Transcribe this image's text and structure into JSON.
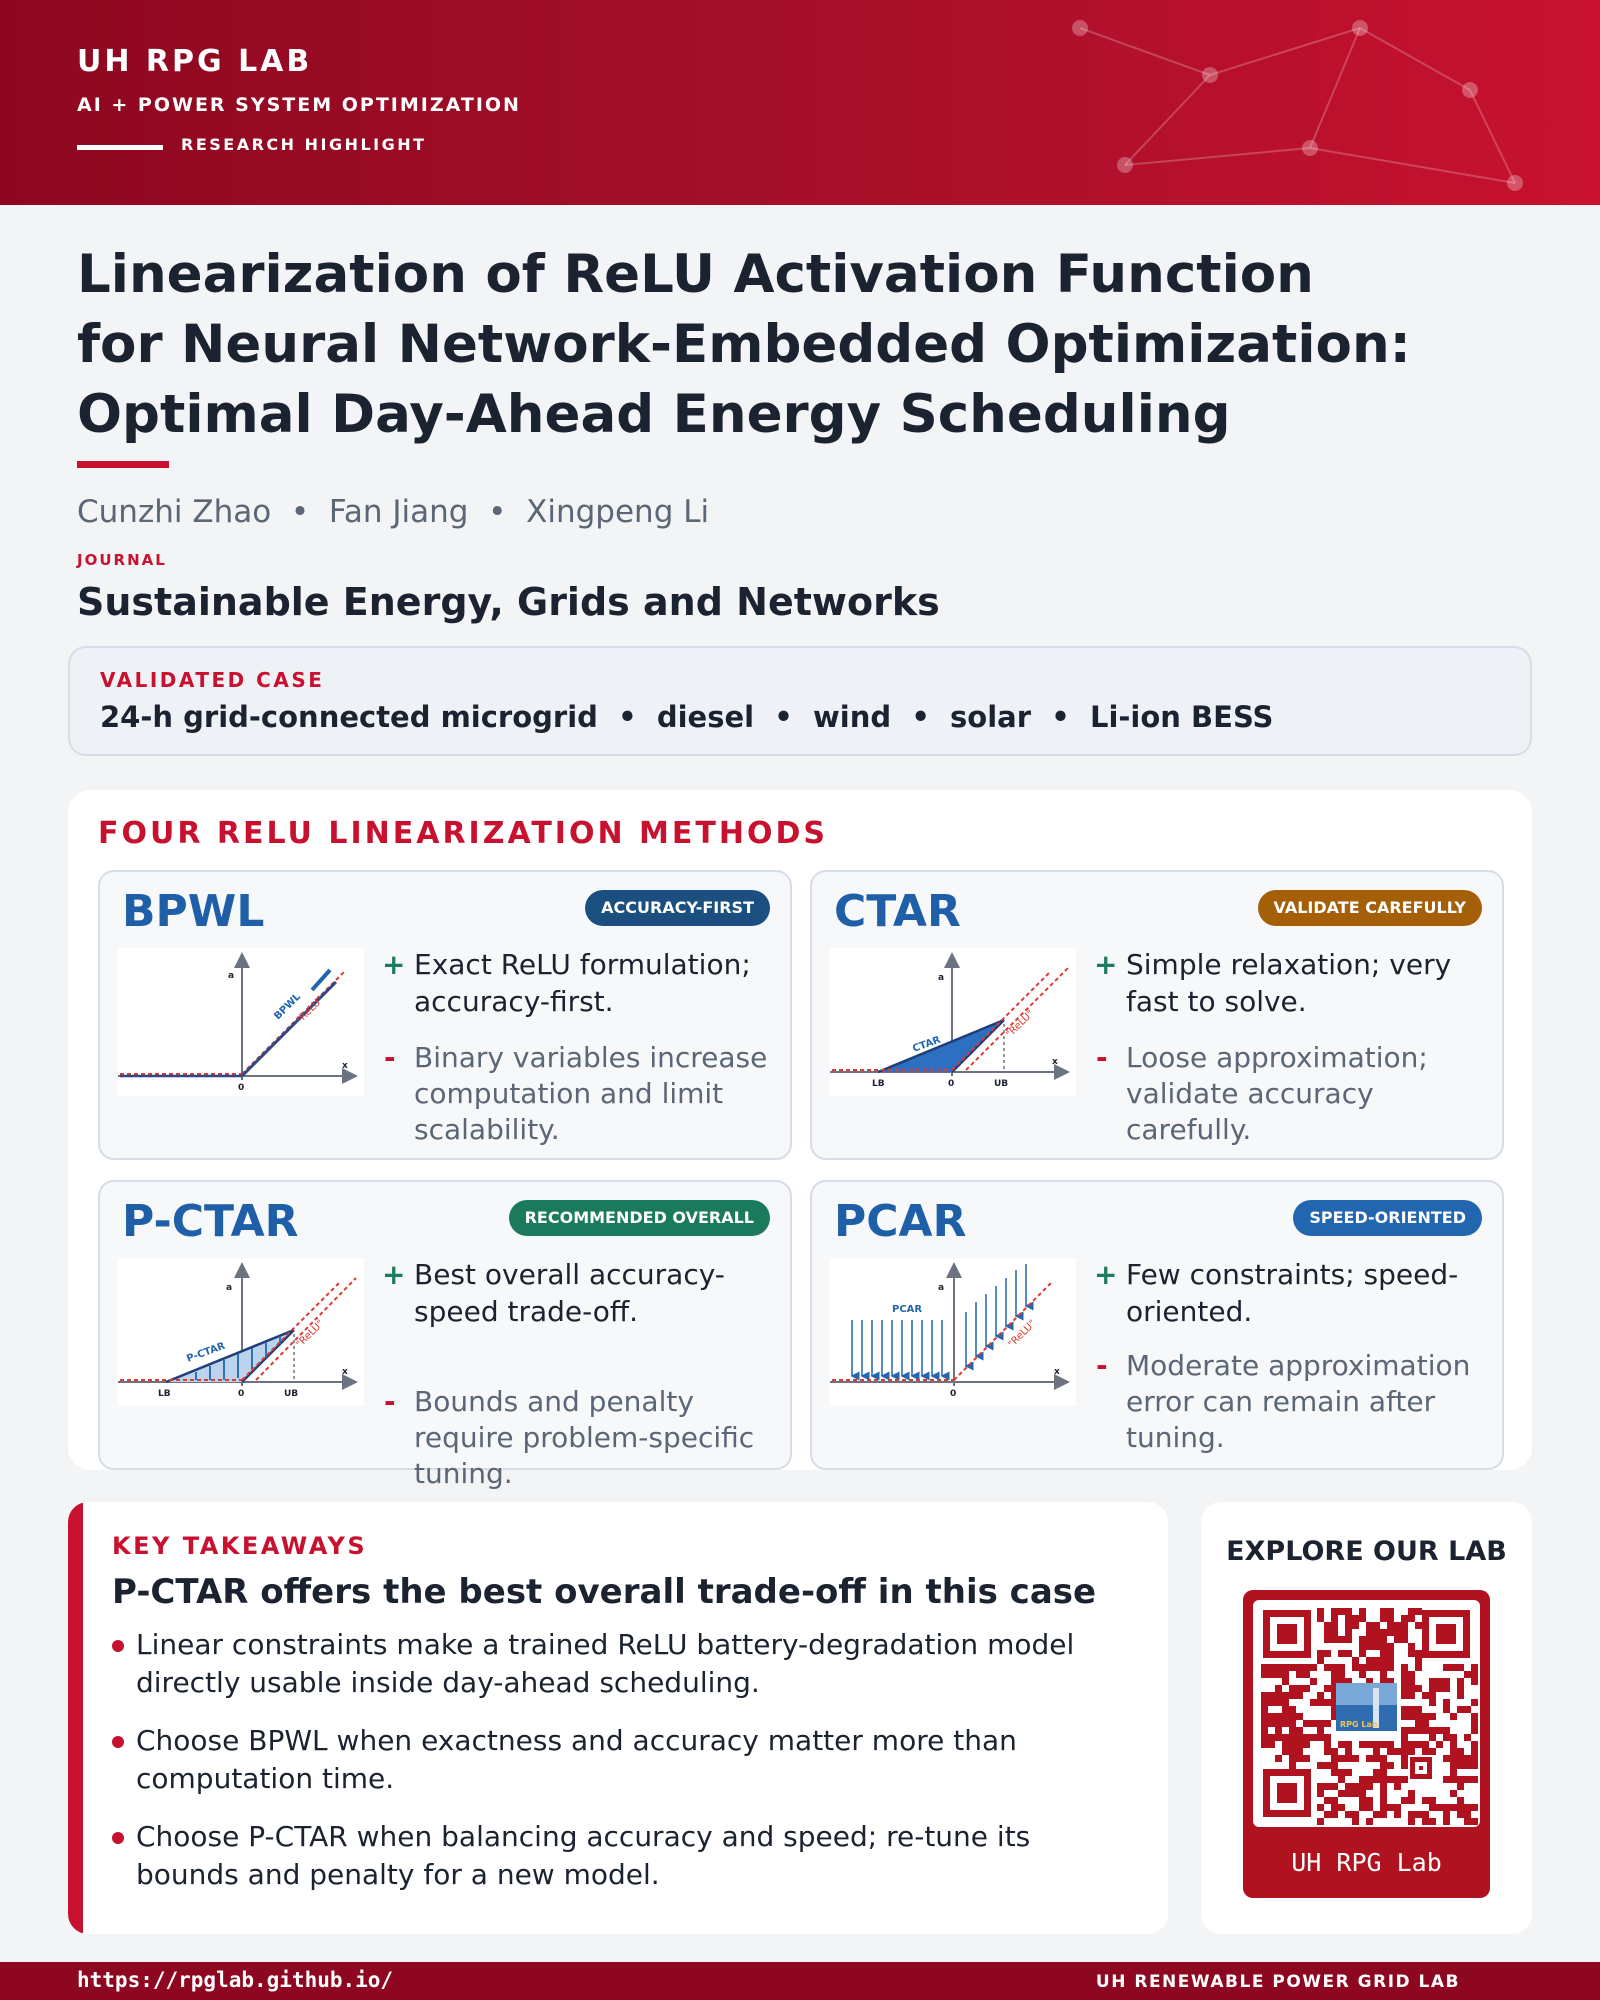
{
  "header": {
    "lab_name": "UH RPG LAB",
    "subtitle": "AI + POWER SYSTEM OPTIMIZATION",
    "highlight": "RESEARCH HIGHLIGHT"
  },
  "paper": {
    "title_lines": [
      "Linearization of ReLU Activation Function",
      "for Neural Network-Embedded Optimization:",
      "Optimal Day-Ahead Energy Scheduling"
    ],
    "authors": "Cunzhi Zhao  •  Fan Jiang  •  Xingpeng Li",
    "journal_label": "JOURNAL",
    "journal": "Sustainable Energy, Grids and Networks"
  },
  "validated_case": {
    "label": "VALIDATED CASE",
    "text": "24-h grid-connected microgrid  •  diesel  •  wind  •  solar  •  Li-ion BESS"
  },
  "methods": {
    "heading": "FOUR RELU LINEARIZATION METHODS",
    "axis_labels": {
      "a": "a",
      "x": "x",
      "zero": "0",
      "lb": "LB",
      "ub": "UB",
      "relu": "\"ReLU\""
    },
    "items": [
      {
        "name": "BPWL",
        "badge": "ACCURACY-FIRST",
        "badge_color": "#1a4f7f",
        "curve_label": "BPWL",
        "pro": "Exact ReLU formulation; accuracy-first.",
        "con": "Binary variables increase computation and limit scalability."
      },
      {
        "name": "CTAR",
        "badge": "VALIDATE CAREFULLY",
        "badge_color": "#a55f08",
        "curve_label": "CTAR",
        "pro": "Simple relaxation; very fast to solve.",
        "con": "Loose approximation; validate accuracy carefully."
      },
      {
        "name": "P-CTAR",
        "badge": "RECOMMENDED OVERALL",
        "badge_color": "#1b7a5c",
        "curve_label": "P-CTAR",
        "pro": "Best overall accuracy-speed trade-off.",
        "con": "Bounds and penalty require problem-specific tuning."
      },
      {
        "name": "PCAR",
        "badge": "SPEED-ORIENTED",
        "badge_color": "#2366b0",
        "curve_label": "PCAR",
        "pro": "Few constraints; speed-oriented.",
        "con": "Moderate approximation error can remain after tuning."
      }
    ],
    "pro_symbol": "+",
    "con_symbol": "-"
  },
  "takeaways": {
    "label": "KEY TAKEAWAYS",
    "title": "P-CTAR offers the best overall trade-off in this case",
    "items": [
      "Linear constraints make a trained ReLU battery-degradation model directly usable inside day-ahead scheduling.",
      "Choose BPWL when exactness and accuracy matter more than computation time.",
      "Choose P-CTAR when balancing accuracy and speed; re-tune its bounds and penalty for a new model."
    ]
  },
  "qr": {
    "label": "EXPLORE OUR LAB",
    "logo_text": "RPG Lab",
    "caption": "UH RPG Lab"
  },
  "footer": {
    "url": "https://rpglab.github.io/",
    "lab": "UH RENEWABLE POWER GRID LAB"
  },
  "colors": {
    "brand_red": "#c8112f",
    "header_dark": "#8e0720",
    "method_blue": "#1f5fa8",
    "relu_red": "#e0392f"
  }
}
